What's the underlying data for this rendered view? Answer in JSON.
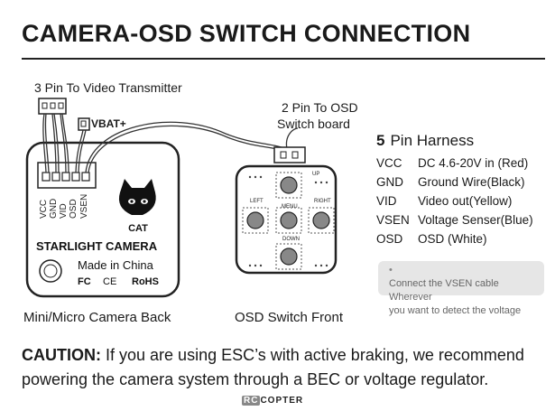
{
  "title": "CAMERA-OSD SWITCH CONNECTION",
  "labels": {
    "three_pin": "3 Pin To Video Transmitter",
    "vbat": "VBAT+",
    "two_pin_line1": "2 Pin To OSD",
    "two_pin_line2": "Switch board",
    "camera_back": "Mini/Micro Camera Back",
    "osd_front": "OSD Switch Front"
  },
  "camera": {
    "pin_labels": [
      "VCC",
      "GND",
      "VID",
      "OSD",
      "VSEN"
    ],
    "logo_text": "CAT",
    "name": "STARLIGHT CAMERA",
    "origin": "Made in China",
    "cert": [
      "FC",
      "CE",
      "RoHS"
    ]
  },
  "osd_board": {
    "buttons": [
      "UP",
      "LEFT",
      "MENU",
      "RIGHT",
      "DOWN"
    ]
  },
  "harness": {
    "count": "5",
    "title": "Pin  Harness",
    "pins": [
      {
        "code": "VCC",
        "desc": "DC 4.6-20V in (Red)"
      },
      {
        "code": "GND",
        "desc": "Ground Wire(Black)"
      },
      {
        "code": "VID",
        "desc": "Video out(Yellow)"
      },
      {
        "code": "VSEN",
        "desc": "Voltage Senser(Blue)"
      },
      {
        "code": "OSD",
        "desc": "OSD (White)"
      }
    ]
  },
  "note": {
    "line1": "Connect the VSEN cable Wherever",
    "line2": "you want to detect the voltage"
  },
  "caution": {
    "label": "CAUTION:",
    "line1": "If you are using ESC’s with active braking, we recommend",
    "line2": "powering the camera system through a BEC or voltage regulator."
  },
  "brand": {
    "rc": "RC",
    "name": "COPTER"
  }
}
